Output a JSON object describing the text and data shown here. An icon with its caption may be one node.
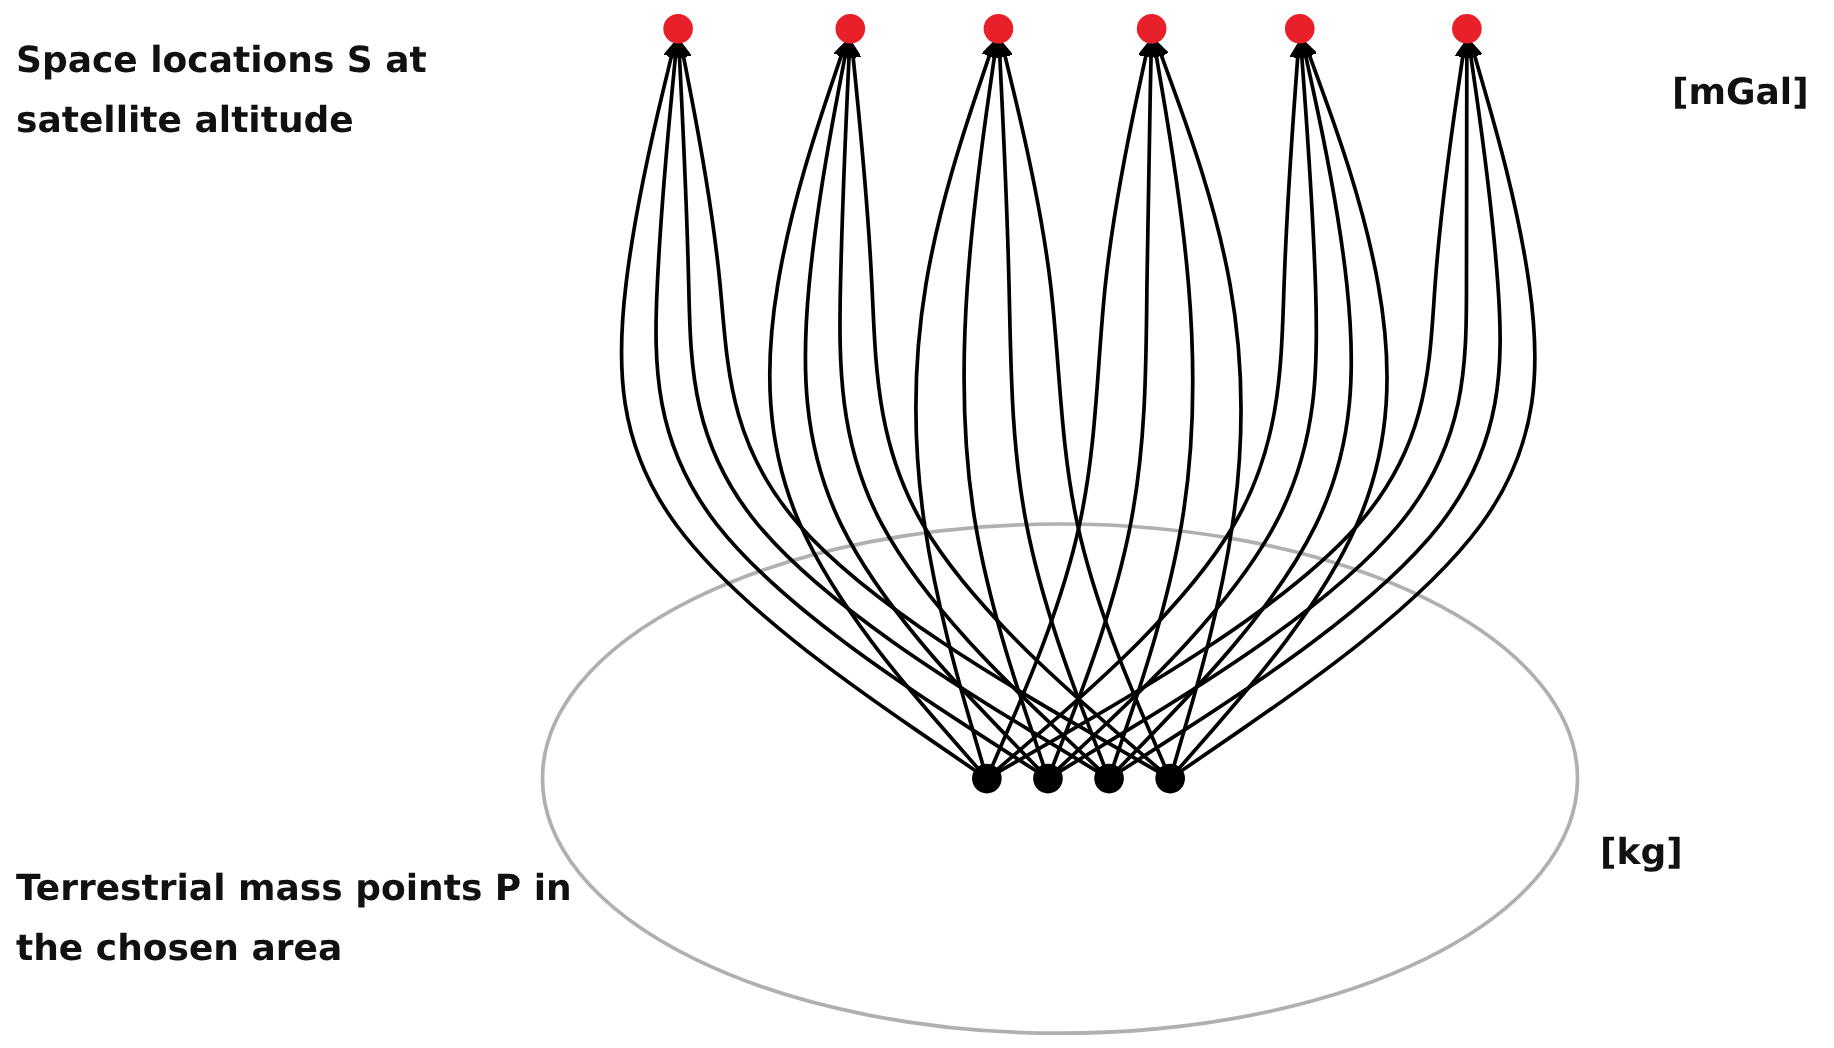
{
  "diagram": {
    "nodes": [
      {
        "text": [],
        "shape": "circle"
      },
      {
        "text": [],
        "shape": "circle"
      },
      {
        "text": [],
        "shape": "circle"
      },
      {
        "text": [],
        "shape": "circle"
      },
      {
        "text": [],
        "shape": "circle"
      },
      {
        "text": [],
        "shape": "circle"
      },
      {
        "text": [],
        "shape": "ellipse"
      },
      {
        "text": [],
        "shape": "circle",
        "in": 6
      },
      {
        "text": [],
        "shape": "circle",
        "in": 6
      },
      {
        "text": [],
        "shape": "circle",
        "in": 6
      },
      {
        "text": [],
        "shape": "circle",
        "in": 6
      }
    ],
    "edges": [
      {
        "from": 7,
        "to": 0,
        "arrow": "to"
      },
      {
        "from": 7,
        "to": 1,
        "arrow": "to"
      },
      {
        "from": 7,
        "to": 2,
        "arrow": "to"
      },
      {
        "from": 7,
        "to": 3,
        "arrow": "to"
      },
      {
        "from": 7,
        "to": 4,
        "arrow": "to"
      },
      {
        "from": 7,
        "to": 5,
        "arrow": "to"
      },
      {
        "from": 8,
        "to": 0,
        "arrow": "to"
      },
      {
        "from": 8,
        "to": 1,
        "arrow": "to"
      },
      {
        "from": 8,
        "to": 2,
        "arrow": "to"
      },
      {
        "from": 8,
        "to": 3,
        "arrow": "to"
      },
      {
        "from": 8,
        "to": 4,
        "arrow": "to"
      },
      {
        "from": 8,
        "to": 5,
        "arrow": "to"
      },
      {
        "from": 9,
        "to": 0,
        "arrow": "to"
      },
      {
        "from": 9,
        "to": 1,
        "arrow": "to"
      },
      {
        "from": 9,
        "to": 2,
        "arrow": "to"
      },
      {
        "from": 9,
        "to": 3,
        "arrow": "to"
      },
      {
        "from": 9,
        "to": 4,
        "arrow": "to"
      },
      {
        "from": 9,
        "to": 5,
        "arrow": "to"
      },
      {
        "from": 10,
        "to": 0,
        "arrow": "to"
      },
      {
        "from": 10,
        "to": 1,
        "arrow": "to"
      },
      {
        "from": 10,
        "to": 2,
        "arrow": "to"
      },
      {
        "from": 10,
        "to": 3,
        "arrow": "to"
      },
      {
        "from": 10,
        "to": 4,
        "arrow": "to"
      },
      {
        "from": 10,
        "to": 5,
        "arrow": "to"
      }
    ],
    "labels": [
      "Space locations S at satellite altitude",
      "[mGal]",
      "[kg]",
      "Terrestrial mass points P in the chosen area"
    ]
  }
}
